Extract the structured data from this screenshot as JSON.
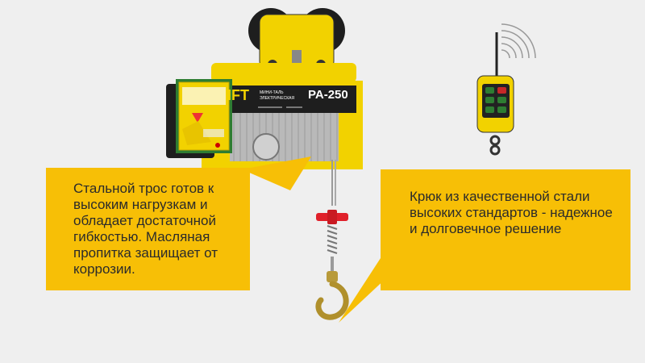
{
  "colors": {
    "background": "#efefef",
    "callout": "#f7bf06",
    "hoist_yellow": "#f2d200",
    "hoist_dark": "#1e1e1e",
    "hook_handle": "#e0202a"
  },
  "product": {
    "brand_fragment": "IFT",
    "model": "PA-250",
    "type_line1": "МИНИ-ТАЛЬ",
    "type_line2": "ЭЛЕКТРИЧЕСКАЯ"
  },
  "callouts": {
    "rope": {
      "text": "Стальной трос готов к высоким нагрузкам и обладает достаточной гибкостью. Масляная пропитка защищает от коррозии."
    },
    "hook": {
      "text": "Крюк из качественной стали высоких стандартов - надежное и долговечное решение"
    }
  },
  "icons": {
    "remote": "remote-control-icon",
    "signal": "wireless-signal-icon"
  }
}
